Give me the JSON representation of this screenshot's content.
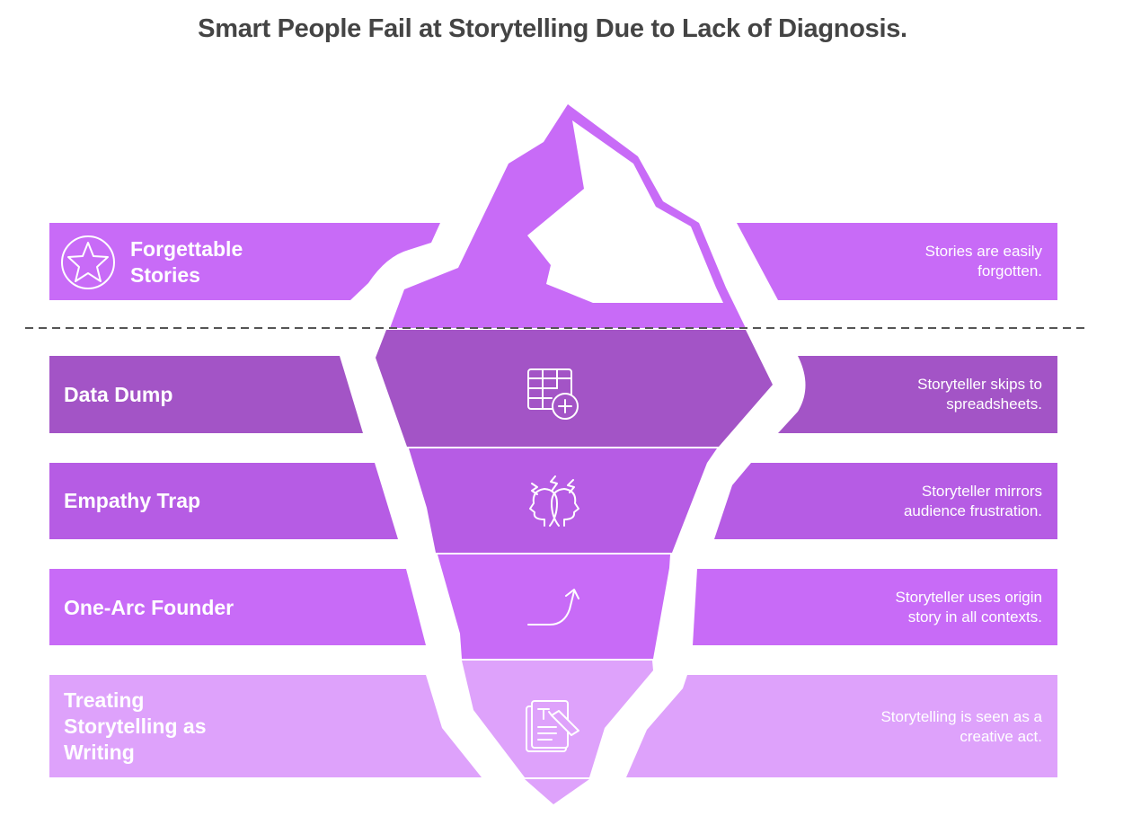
{
  "title": "Smart People Fail at Storytelling Due to Lack of Diagnosis.",
  "colors": {
    "above": "#c86bf7",
    "band1": "#a354c6",
    "band2": "#b65ce4",
    "band3": "#c86bf7",
    "band4": "#dea2fb",
    "divider": "#555555"
  },
  "rows": [
    {
      "label": "Forgettable Stories",
      "description": "Stories are easily forgotten.",
      "icon": "star-icon"
    },
    {
      "label": "Data Dump",
      "description": "Storyteller skips to spreadsheets.",
      "icon": "spreadsheet-add-icon"
    },
    {
      "label": "Empathy Trap",
      "description": "Storyteller mirrors audience frustration.",
      "icon": "frustrated-heads-icon"
    },
    {
      "label": "One-Arc Founder",
      "description": "Storyteller uses origin story in all contexts.",
      "icon": "growth-arc-icon"
    },
    {
      "label": "Treating Storytelling as Writing",
      "description": "Storytelling is seen as a creative act.",
      "icon": "writing-document-icon"
    }
  ]
}
